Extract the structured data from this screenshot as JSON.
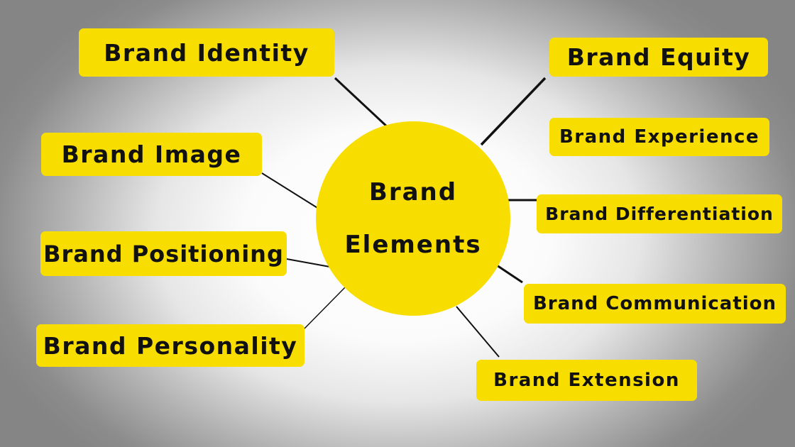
{
  "diagram": {
    "type": "mind-map",
    "colors": {
      "node_fill": "#f7de00",
      "text": "#111111",
      "connector": "#111111",
      "background_center": "#ffffff",
      "background_edge": "#858585"
    },
    "center": {
      "line1": "Brand",
      "line2": "Elements"
    },
    "nodes": [
      {
        "label": "Brand Identity"
      },
      {
        "label": "Brand Image"
      },
      {
        "label": "Brand Positioning"
      },
      {
        "label": "Brand Personality"
      },
      {
        "label": "Brand Equity"
      },
      {
        "label": "Brand Experience"
      },
      {
        "label": "Brand Differentiation"
      },
      {
        "label": "Brand Communication"
      },
      {
        "label": "Brand Extension"
      }
    ]
  }
}
